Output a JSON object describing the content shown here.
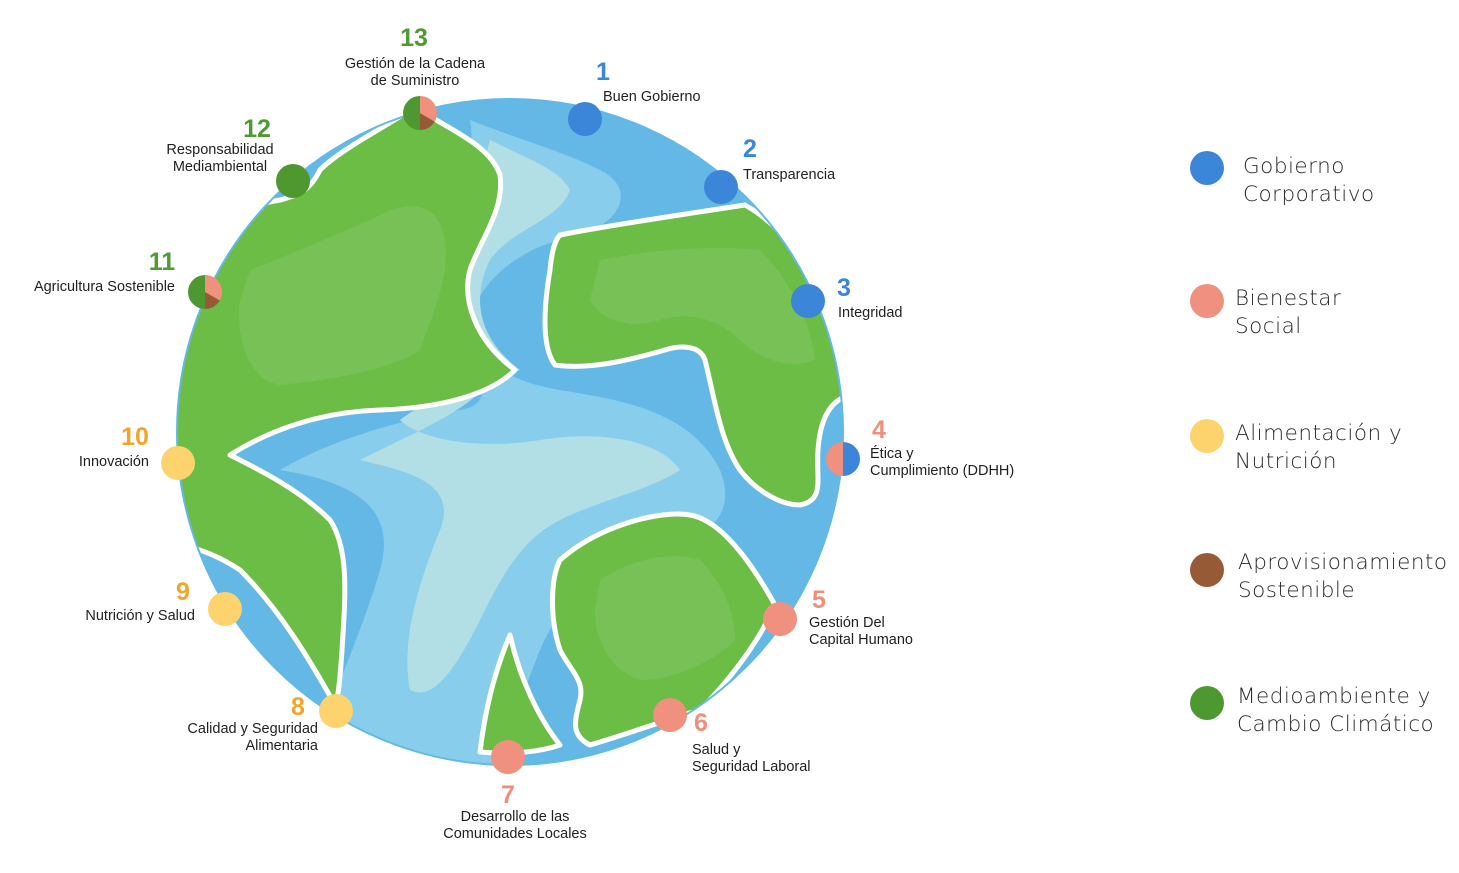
{
  "colors": {
    "ocean": "#63b8e6",
    "ocean_light": "#89cdec",
    "ocean_lighter": "#b2dfe6",
    "land": "#6cbd45",
    "land_light": "#7ec35e",
    "outline": "#ffffff"
  },
  "categories": [
    {
      "id": "gobierno",
      "label_lines": [
        "Gobierno",
        "Corporativo"
      ],
      "color": "#3b86d8",
      "number_color": "#3b86d8"
    },
    {
      "id": "bienestar",
      "label_lines": [
        "Bienestar",
        "Social"
      ],
      "color": "#f0907e",
      "number_color": "#ee8f7c"
    },
    {
      "id": "alimentacion",
      "label_lines": [
        "Alimentación y",
        "Nutrición"
      ],
      "color": "#fdd36e",
      "number_color": "#f1a52c"
    },
    {
      "id": "aprovisionamiento",
      "label_lines": [
        "Aprovisionamiento",
        "Sostenible"
      ],
      "color": "#975a36",
      "number_color": "#975a36"
    },
    {
      "id": "medioambiente",
      "label_lines": [
        "Medioambiente y",
        "Cambio Climático"
      ],
      "color": "#4e992f",
      "number_color": "#4f9a31"
    }
  ],
  "topics": [
    {
      "number": "1",
      "label_lines": [
        "Buen Gobierno"
      ],
      "categories": [
        "gobierno"
      ]
    },
    {
      "number": "2",
      "label_lines": [
        "Transparencia"
      ],
      "categories": [
        "gobierno"
      ]
    },
    {
      "number": "3",
      "label_lines": [
        "Integridad"
      ],
      "categories": [
        "gobierno"
      ]
    },
    {
      "number": "4",
      "label_lines": [
        "Ética y",
        "Cumplimiento (DDHH)"
      ],
      "categories": [
        "bienestar",
        "gobierno"
      ]
    },
    {
      "number": "5",
      "label_lines": [
        "Gestión Del",
        "Capital Humano"
      ],
      "categories": [
        "bienestar"
      ]
    },
    {
      "number": "6",
      "label_lines": [
        "Salud y",
        "Seguridad Laboral"
      ],
      "categories": [
        "bienestar"
      ]
    },
    {
      "number": "7",
      "label_lines": [
        "Desarrollo de las",
        "Comunidades Locales"
      ],
      "categories": [
        "bienestar"
      ]
    },
    {
      "number": "8",
      "label_lines": [
        "Calidad y Seguridad",
        "Alimentaria"
      ],
      "categories": [
        "alimentacion"
      ]
    },
    {
      "number": "9",
      "label_lines": [
        "Nutrición y Salud"
      ],
      "categories": [
        "alimentacion"
      ]
    },
    {
      "number": "10",
      "label_lines": [
        "Innovación"
      ],
      "categories": [
        "alimentacion"
      ]
    },
    {
      "number": "11",
      "label_lines": [
        "Agricultura Sostenible"
      ],
      "categories": [
        "medioambiente",
        "bienestar",
        "aprovisionamiento"
      ]
    },
    {
      "number": "12",
      "label_lines": [
        "Responsabilidad",
        "Mediambiental"
      ],
      "categories": [
        "medioambiente"
      ]
    },
    {
      "number": "13",
      "label_lines": [
        "Gestión de la Cadena",
        "de Suministro"
      ],
      "categories": [
        "medioambiente",
        "bienestar",
        "aprovisionamiento"
      ]
    }
  ]
}
